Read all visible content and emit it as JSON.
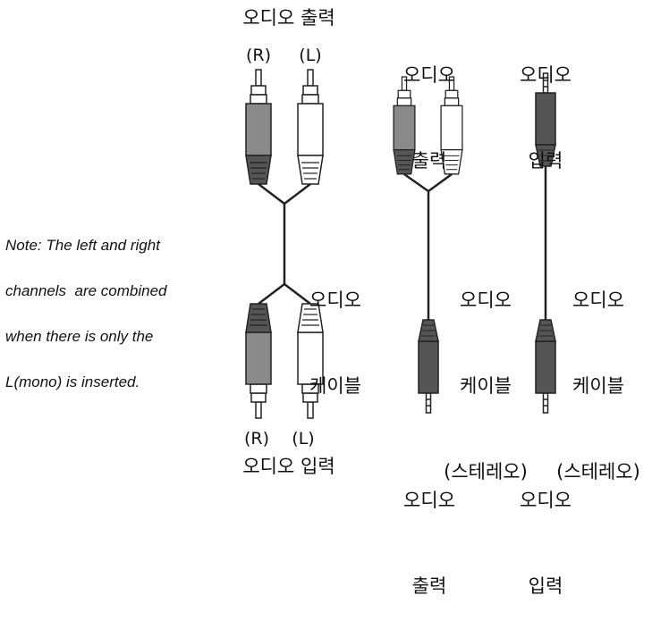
{
  "note": {
    "lines": [
      "Note: The left and right",
      "channels  are combined",
      "when there is only the",
      "L(mono) is inserted."
    ]
  },
  "left_set": {
    "top_label": "오디오 출력",
    "top_channels": [
      "(R)",
      "(L)"
    ],
    "cable_label": [
      "오디오",
      "케이블"
    ],
    "bottom_channels": [
      "(R)",
      "(L)"
    ],
    "bottom_label": "오디오 입력"
  },
  "middle_set": {
    "top_label": [
      "오디오",
      "출력"
    ],
    "cable_label": [
      "오디오",
      "케이블",
      "(스테레오)"
    ],
    "bottom_label": [
      "오디오",
      "출력"
    ]
  },
  "right_set": {
    "top_label": [
      "오디오",
      "입력"
    ],
    "cable_label": [
      "오디오",
      "케이블",
      "(스테레오)"
    ],
    "bottom_label": [
      "오디오",
      "입력"
    ]
  },
  "colors": {
    "dark_plug": "#555555",
    "grey_plug": "#8a8a8a",
    "white_plug": "#ffffff",
    "outline": "#222222"
  }
}
